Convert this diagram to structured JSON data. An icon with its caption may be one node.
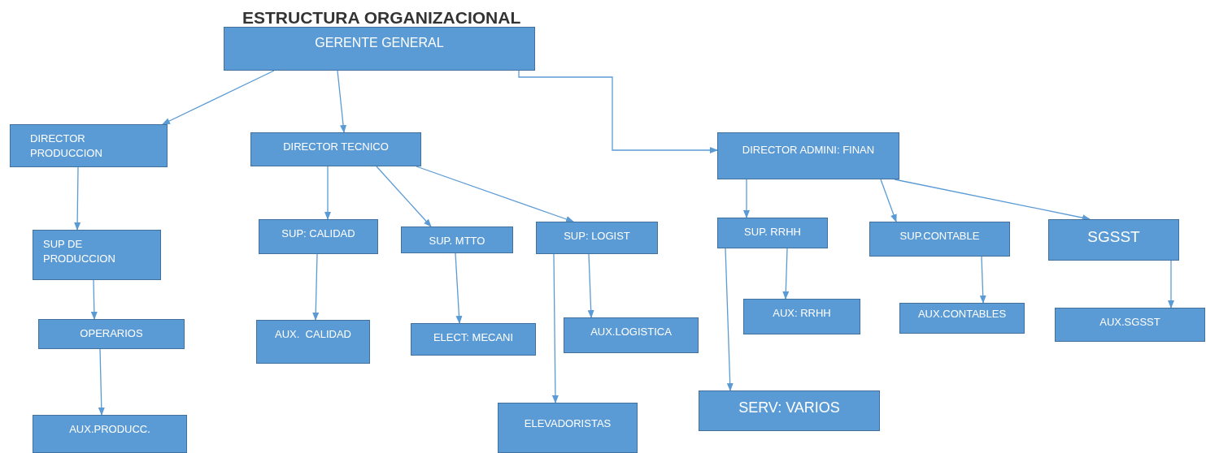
{
  "diagram": {
    "title": "ESTRUCTURA ORGANIZACIONAL",
    "nodes": [
      {
        "text": [
          "GERENTE GENERAL"
        ]
      },
      {
        "text": [
          "DIRECTOR PRODUCCION"
        ]
      },
      {
        "text": [
          "DIRECTOR TECNICO"
        ]
      },
      {
        "text": [
          "DIRECTOR ADMINI: FINAN"
        ]
      },
      {
        "text": [
          "SUP DE PRODUCCION"
        ]
      },
      {
        "text": [
          "OPERARIOS"
        ]
      },
      {
        "text": [
          "AUX.PRODUCC."
        ]
      },
      {
        "text": [
          "SUP: CALIDAD"
        ]
      },
      {
        "text": [
          "SUP. MTTO"
        ]
      },
      {
        "text": [
          "SUP: LOGIST"
        ]
      },
      {
        "text": [
          "AUX.  CALIDAD"
        ]
      },
      {
        "text": [
          "ELECT: MECANI"
        ]
      },
      {
        "text": [
          "AUX.LOGISTICA"
        ]
      },
      {
        "text": [
          "ELEVADORISTAS"
        ]
      },
      {
        "text": [
          "SUP. RRHH"
        ]
      },
      {
        "text": [
          "SUP.CONTABLE"
        ]
      },
      {
        "text": [
          "SGSST"
        ]
      },
      {
        "text": [
          "AUX: RRHH"
        ]
      },
      {
        "text": [
          "AUX.CONTABLES"
        ]
      },
      {
        "text": [
          "AUX.SGSST"
        ]
      },
      {
        "text": [
          "SERV: VARIOS"
        ]
      }
    ],
    "edges": [
      {
        "from": 0,
        "to": 1,
        "arrow": "to"
      },
      {
        "from": 0,
        "to": 2,
        "arrow": "to"
      },
      {
        "from": 0,
        "to": 3,
        "arrow": "to"
      },
      {
        "from": 1,
        "to": 4,
        "arrow": "to"
      },
      {
        "from": 4,
        "to": 5,
        "arrow": "to"
      },
      {
        "from": 5,
        "to": 6,
        "arrow": "to"
      },
      {
        "from": 2,
        "to": 7,
        "arrow": "to"
      },
      {
        "from": 2,
        "to": 8,
        "arrow": "to"
      },
      {
        "from": 2,
        "to": 9,
        "arrow": "to"
      },
      {
        "from": 7,
        "to": 10,
        "arrow": "to"
      },
      {
        "from": 8,
        "to": 11,
        "arrow": "to"
      },
      {
        "from": 9,
        "to": 12,
        "arrow": "to"
      },
      {
        "from": 9,
        "to": 13,
        "arrow": "to"
      },
      {
        "from": 3,
        "to": 14,
        "arrow": "to"
      },
      {
        "from": 3,
        "to": 15,
        "arrow": "to"
      },
      {
        "from": 3,
        "to": 16,
        "arrow": "to"
      },
      {
        "from": 14,
        "to": 17,
        "arrow": "to"
      },
      {
        "from": 14,
        "to": 20,
        "arrow": "to"
      },
      {
        "from": 15,
        "to": 18,
        "arrow": "to"
      },
      {
        "from": 16,
        "to": 19,
        "arrow": "to"
      }
    ]
  }
}
